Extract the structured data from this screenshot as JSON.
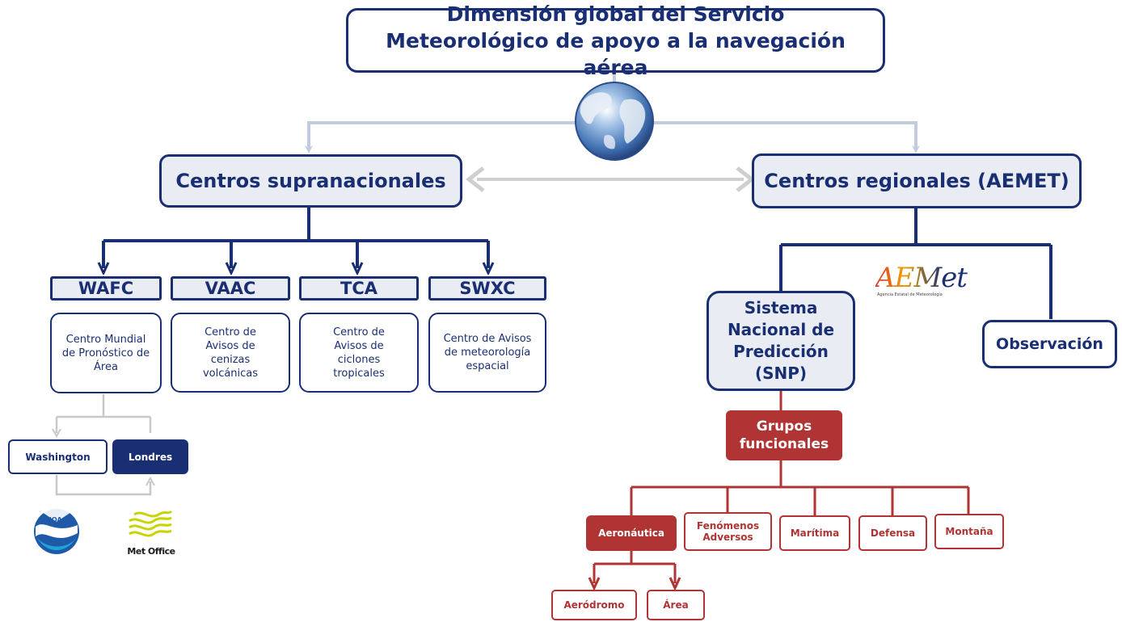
{
  "title": "Dimensión global del Servicio Meteorológico de apoyo a la navegación aérea",
  "left_branch": "Centros supranacionales",
  "right_branch": "Centros regionales (AEMET)",
  "supranational_centers": [
    {
      "acronym": "WAFC",
      "description": "Centro Mundial de Pronóstico de Área"
    },
    {
      "acronym": "VAAC",
      "description": "Centro de Avisos de cenizas volcánicas"
    },
    {
      "acronym": "TCA",
      "description": "Centro de Avisos de ciclones tropicales"
    },
    {
      "acronym": "SWXC",
      "description": "Centro de Avisos de meteorología espacial"
    }
  ],
  "wafc_sites": {
    "washington": "Washington",
    "londres": "Londres"
  },
  "logos": {
    "noaa": "NOAA",
    "metoffice": "Met Office",
    "aemet": "AEMet",
    "aemet_subtitle": "Agencia Estatal de Meteorología"
  },
  "snp": "Sistema Nacional de Predicción (SNP)",
  "observacion": "Observación",
  "grupos": "Grupos funcionales",
  "functional_groups": [
    "Aeronáutica",
    "Fenómenos Adversos",
    "Marítima",
    "Defensa",
    "Montaña"
  ],
  "aeronautica_sub": [
    "Aeródromo",
    "Área"
  ],
  "colors": {
    "navy": "#1a2f73",
    "grey_arrow": "#c3ccdc",
    "red": "#b03434",
    "panel": "#e9ecf3"
  }
}
